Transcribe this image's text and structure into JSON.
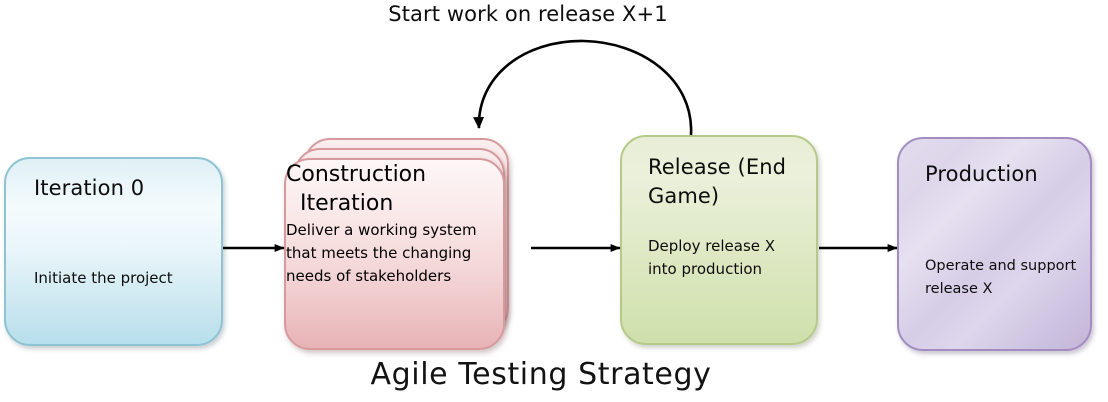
{
  "diagram": {
    "title": "Agile Testing Strategy",
    "loop_label": "Start work on release X+1",
    "background": "#ffffff",
    "arrow_color": "#000000"
  },
  "stages": [
    {
      "id": "iteration-0",
      "title": "Iteration 0",
      "description": "Initiate the project",
      "color": "#b8dfec",
      "border_color": "#8ec3d4",
      "stacked": false
    },
    {
      "id": "construction-iteration",
      "title_line1": "Construction",
      "title_line2": "Iteration",
      "description": "Deliver a working system that meets the  changing needs of stakeholders",
      "color": "#e7b3b6",
      "border_color": "#d79a9c",
      "stacked": true,
      "stack_count": 3
    },
    {
      "id": "release-end-game",
      "title": "Release (End Game)",
      "description": "Deploy release X into production",
      "color": "#cfe0ab",
      "border_color": "#b6c98a",
      "stacked": false
    },
    {
      "id": "production",
      "title": "Production",
      "description": "Operate and support release X",
      "color": "#c3b6d9",
      "border_color": "#a38cc0",
      "stacked": false
    }
  ],
  "connectors": [
    {
      "id": "arrow-1",
      "from": "iteration-0",
      "to": "construction-iteration",
      "label": ""
    },
    {
      "id": "arrow-2",
      "from": "construction-iteration",
      "to": "release-end-game",
      "label": ""
    },
    {
      "id": "arrow-3",
      "from": "release-end-game",
      "to": "production",
      "label": ""
    },
    {
      "id": "feedback-arrow",
      "from": "release-end-game",
      "to": "construction-iteration",
      "label": "Start work on release X+1"
    }
  ]
}
